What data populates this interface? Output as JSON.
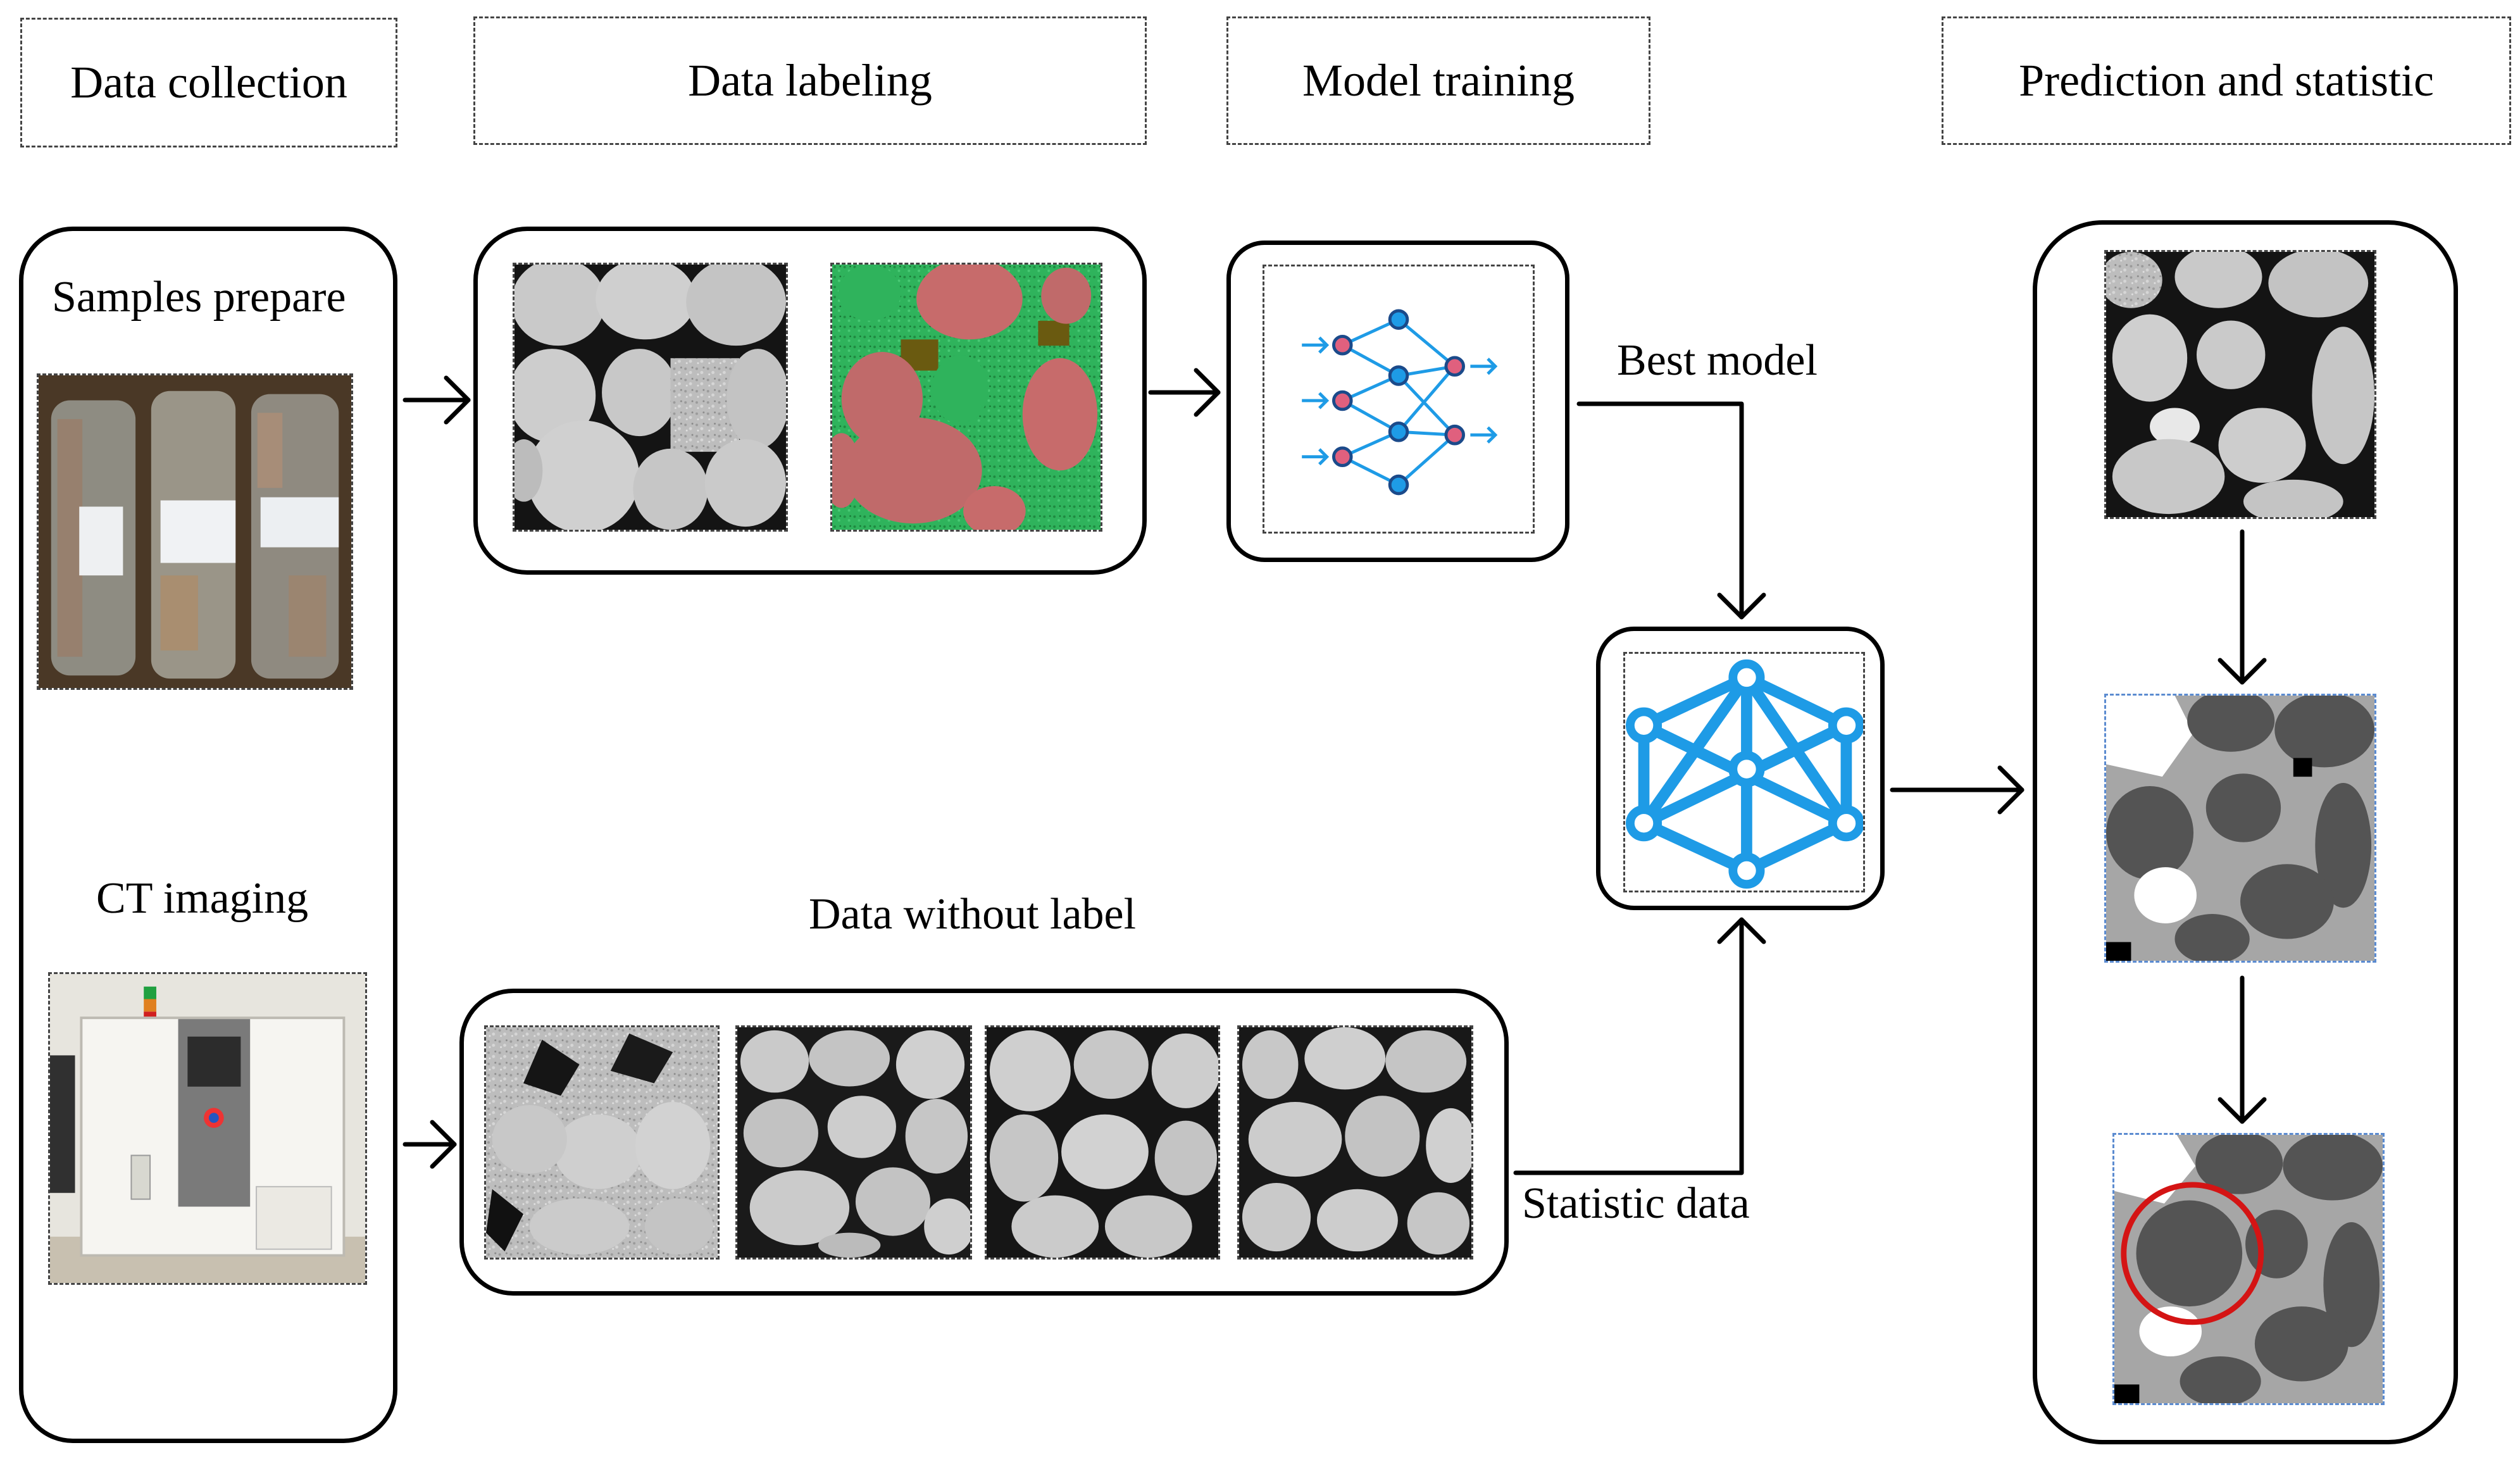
{
  "stages": {
    "data_collection": "Data collection",
    "data_labeling": "Data labeling",
    "model_training": "Model training",
    "prediction": "Prediction and statistic"
  },
  "labels": {
    "samples_prepare": "Samples prepare",
    "ct_imaging": "CT imaging",
    "best_model": "Best model",
    "data_without_label": "Data without label",
    "statistic_data": "Statistic data"
  },
  "colors": {
    "network_blue": "#1e9be6",
    "node_pink": "#e0607e",
    "node_navy": "#1b4a8a",
    "quartz_pink": "#c06a6a",
    "label_green": "#2fb35c",
    "highlight_red": "#d41414"
  },
  "icons": {
    "neural_net_small": "neural-network-icon",
    "neural_net_large": "network-model-icon"
  }
}
